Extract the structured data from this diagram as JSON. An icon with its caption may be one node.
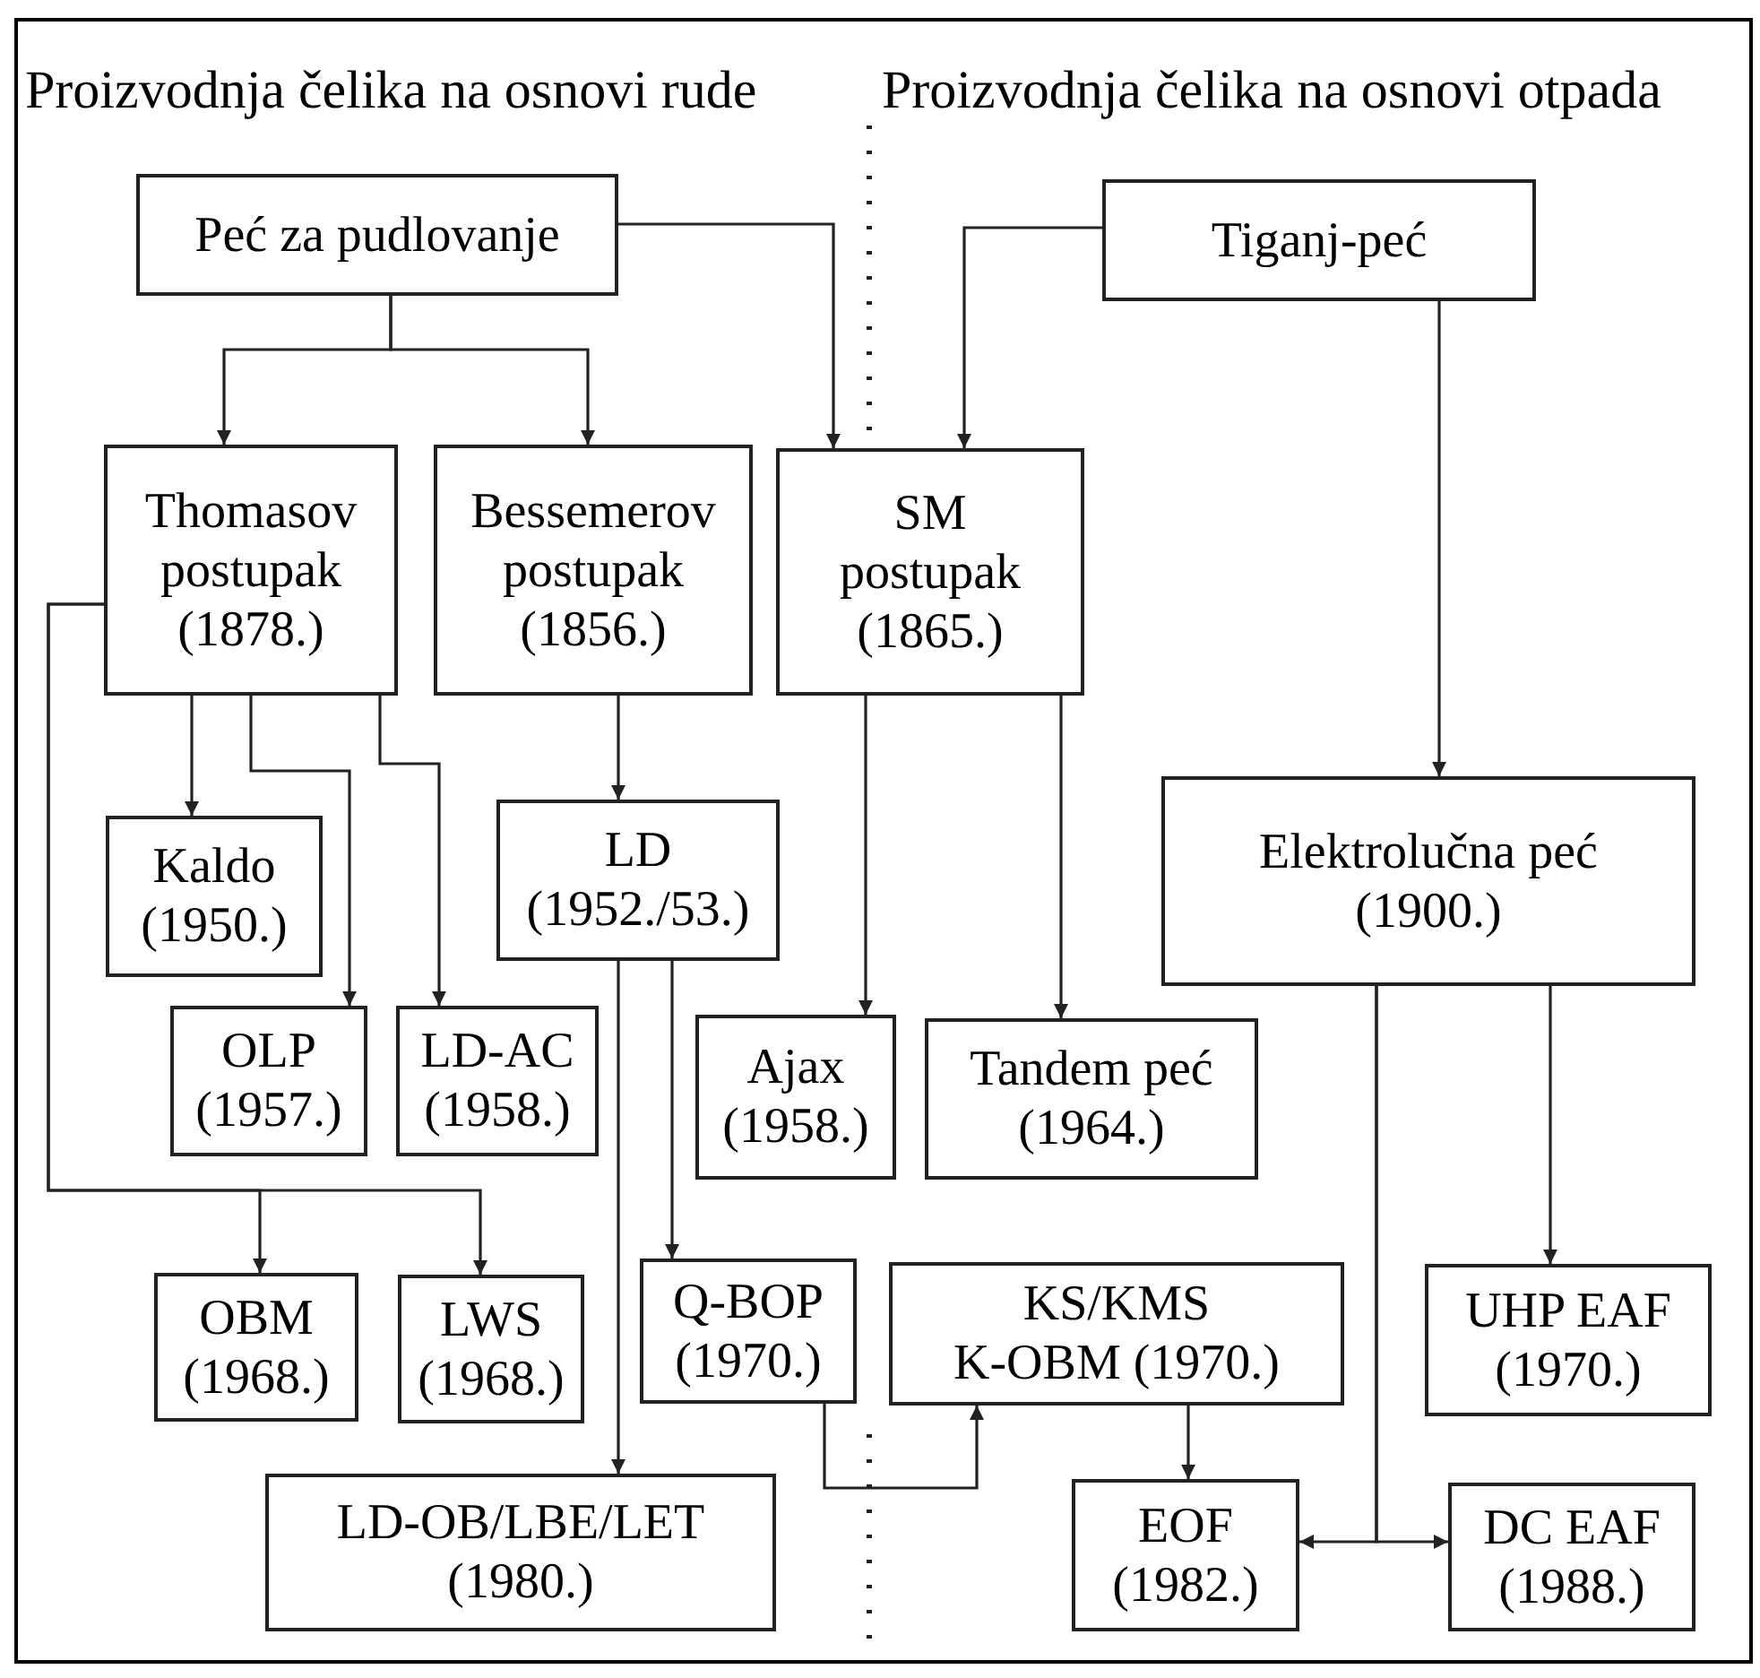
{
  "diagram": {
    "nodes": [
      {
        "text": [
          "Peć za pudlovanje"
        ]
      },
      {
        "text": [
          "Tiganj-peć"
        ]
      },
      {
        "text": [
          "Thomasov postupak",
          "(1878.)"
        ]
      },
      {
        "text": [
          "Bessemerov postupak",
          "(1856.)"
        ]
      },
      {
        "text": [
          "SM postupak",
          "(1865.)"
        ]
      },
      {
        "text": [
          "Kaldo",
          "(1950.)"
        ]
      },
      {
        "text": [
          "Elektrolučna peć",
          "(1900.)"
        ]
      },
      {
        "text": [
          "LD",
          "(1952./53.)"
        ]
      },
      {
        "text": [
          "OLP",
          "(1957.)"
        ]
      },
      {
        "text": [
          "LD-AC",
          "(1958.)"
        ]
      },
      {
        "text": [
          "Ajax",
          "(1958.)"
        ]
      },
      {
        "text": [
          "Tandem peć",
          "(1964.)"
        ]
      },
      {
        "text": [
          "OBM",
          "(1968.)"
        ]
      },
      {
        "text": [
          "LWS",
          "(1968.)"
        ]
      },
      {
        "text": [
          "Q-BOP",
          "(1970.)"
        ]
      },
      {
        "text": [
          "KS/KMS",
          "K-OBM (1970.)"
        ]
      },
      {
        "text": [
          "UHP EAF",
          "(1970.)"
        ]
      },
      {
        "text": [
          "LD-OB/LBE/LET",
          "(1980.)"
        ]
      },
      {
        "text": [
          "EOF",
          "(1982.)"
        ]
      },
      {
        "text": [
          "DC EAF",
          "(1988.)"
        ]
      }
    ],
    "edges": [
      {
        "from": 0,
        "to": 2,
        "arrow": "to"
      },
      {
        "from": 0,
        "to": 3,
        "arrow": "to"
      },
      {
        "from": 0,
        "to": 4,
        "arrow": "to"
      },
      {
        "from": 1,
        "to": 4,
        "arrow": "to"
      },
      {
        "from": 1,
        "to": 6,
        "arrow": "to"
      },
      {
        "from": 2,
        "to": 5,
        "arrow": "to"
      },
      {
        "from": 2,
        "to": 8,
        "arrow": "to"
      },
      {
        "from": 2,
        "to": 9,
        "arrow": "to"
      },
      {
        "from": 2,
        "to": 12,
        "arrow": "to"
      },
      {
        "from": 2,
        "to": 13,
        "arrow": "to"
      },
      {
        "from": 3,
        "to": 7,
        "arrow": "to"
      },
      {
        "from": 7,
        "to": 17,
        "arrow": "to"
      },
      {
        "from": 7,
        "to": 14,
        "arrow": "to"
      },
      {
        "from": 4,
        "to": 10,
        "arrow": "to"
      },
      {
        "from": 4,
        "to": 11,
        "arrow": "to"
      },
      {
        "from": 6,
        "to": 16,
        "arrow": "to"
      },
      {
        "from": 14,
        "to": 15,
        "arrow": "to"
      },
      {
        "from": 15,
        "to": 18,
        "arrow": "to"
      },
      {
        "from": 6,
        "to": 18,
        "arrow": "to"
      },
      {
        "from": 6,
        "to": 19,
        "arrow": "to"
      }
    ],
    "labels": [
      "Proizvodnja čelika na osnovi rude",
      "Proizvodnja čelika na osnovi otpada"
    ]
  }
}
